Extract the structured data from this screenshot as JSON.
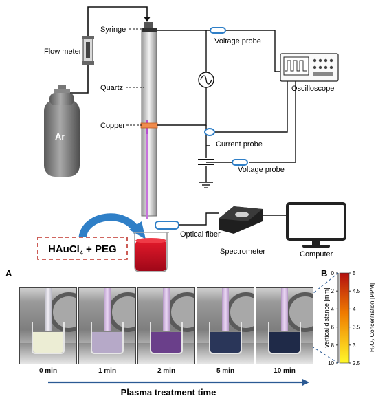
{
  "labels": {
    "syringe": "Syringe",
    "flow_meter": "Flow meter",
    "quartz": "Quartz",
    "copper": "Copper",
    "ar": "Ar",
    "voltage_probe_top": "Voltage probe",
    "oscilloscope": "Oscilloscope",
    "current_probe": "Current probe",
    "voltage_probe_bottom": "Voltage probe",
    "optical_fiber": "Optical fiber",
    "spectrometer": "Spectrometer",
    "computer": "Computer",
    "solution_main": "HAuCl",
    "solution_sub": "4",
    "solution_rest": " + PEG"
  },
  "panel_a": {
    "letter": "A",
    "times": [
      "0 min",
      "1 min",
      "2 min",
      "5 min",
      "10 min"
    ],
    "liquid_colors": [
      "#ecedd4",
      "#b6a9c8",
      "#6a3f8a",
      "#2a3659",
      "#1f2a48"
    ],
    "axis_title": "Plasma treatment time"
  },
  "panel_b": {
    "letter": "B",
    "y_axis_label": "vertical distance [mm]",
    "y_ticks": [
      "0",
      "2",
      "4",
      "6",
      "8",
      "10"
    ],
    "colorbar_title_pre": "H",
    "colorbar_title_sub1": "2",
    "colorbar_title_mid": "O",
    "colorbar_title_sub2": "2",
    "colorbar_title_post": " Concentration [PPM]",
    "colorbar_ticks": [
      "5",
      "4.5",
      "4",
      "3.5",
      "3",
      "2.5"
    ],
    "colors": {
      "top": "#b30f0f",
      "mid": "#f07c00",
      "bottom": "#fff82a"
    }
  },
  "colors": {
    "accent_blue": "#2f7fc7",
    "copper_ring": "#f08c4e",
    "dashed_box": "#c0342c",
    "plasma": "#b64fd0",
    "solution": "#c9101e",
    "arrow_blue": "#2b5a94"
  }
}
